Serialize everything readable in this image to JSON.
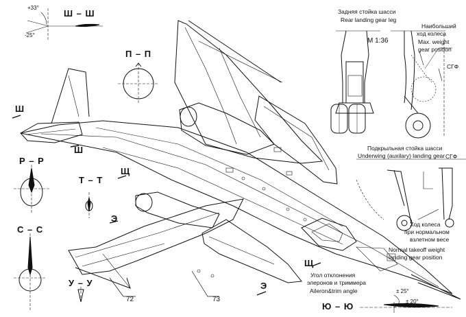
{
  "sections": {
    "sh_sh": "Ш – Ш",
    "p_p": "П – П",
    "r_r": "Р – Р",
    "s_s": "С – С",
    "t_t": "Т – Т",
    "u_u": "У – У",
    "yu_yu": "Ю – Ю",
    "sh_mark_1": "Ш",
    "sh_mark_2": "Ш",
    "shch_mark_1": "Щ",
    "shch_mark_2": "Щ",
    "e_mark_1": "Э",
    "e_mark_2": "Э"
  },
  "angles": {
    "sh_up": "+33°",
    "sh_down": "-25°",
    "yu_up": "± 25°",
    "yu_down": "± 20°"
  },
  "scale": "М 1:36",
  "callouts": {
    "c72": "72",
    "c73": "73"
  },
  "rear_gear": {
    "title_ru": "Задняя стойка шасси",
    "title_en": "Rear landing gear leg",
    "max_travel_ru_1": "Наибольший",
    "max_travel_ru_2": "ход колеса",
    "max_travel_en_1": "Max. weight",
    "max_travel_en_2": "gear position",
    "sgf": "СГФ"
  },
  "wing_gear": {
    "title_ru": "Подкрыльная стойка шасси",
    "title_en": "Underwing (auxilary) landing gear",
    "sgf": "СГФ",
    "travel_ru_1": "Ход колеса",
    "travel_ru_2": "при нормальном",
    "travel_ru_3": "взлетном весе",
    "travel_en_1": "Normal takeoff weight",
    "travel_en_2": "landing gear position"
  },
  "aileron": {
    "ru_1": "Угол отклонения",
    "ru_2": "элеронов и триммера",
    "en": "Aileron&trim angle"
  }
}
